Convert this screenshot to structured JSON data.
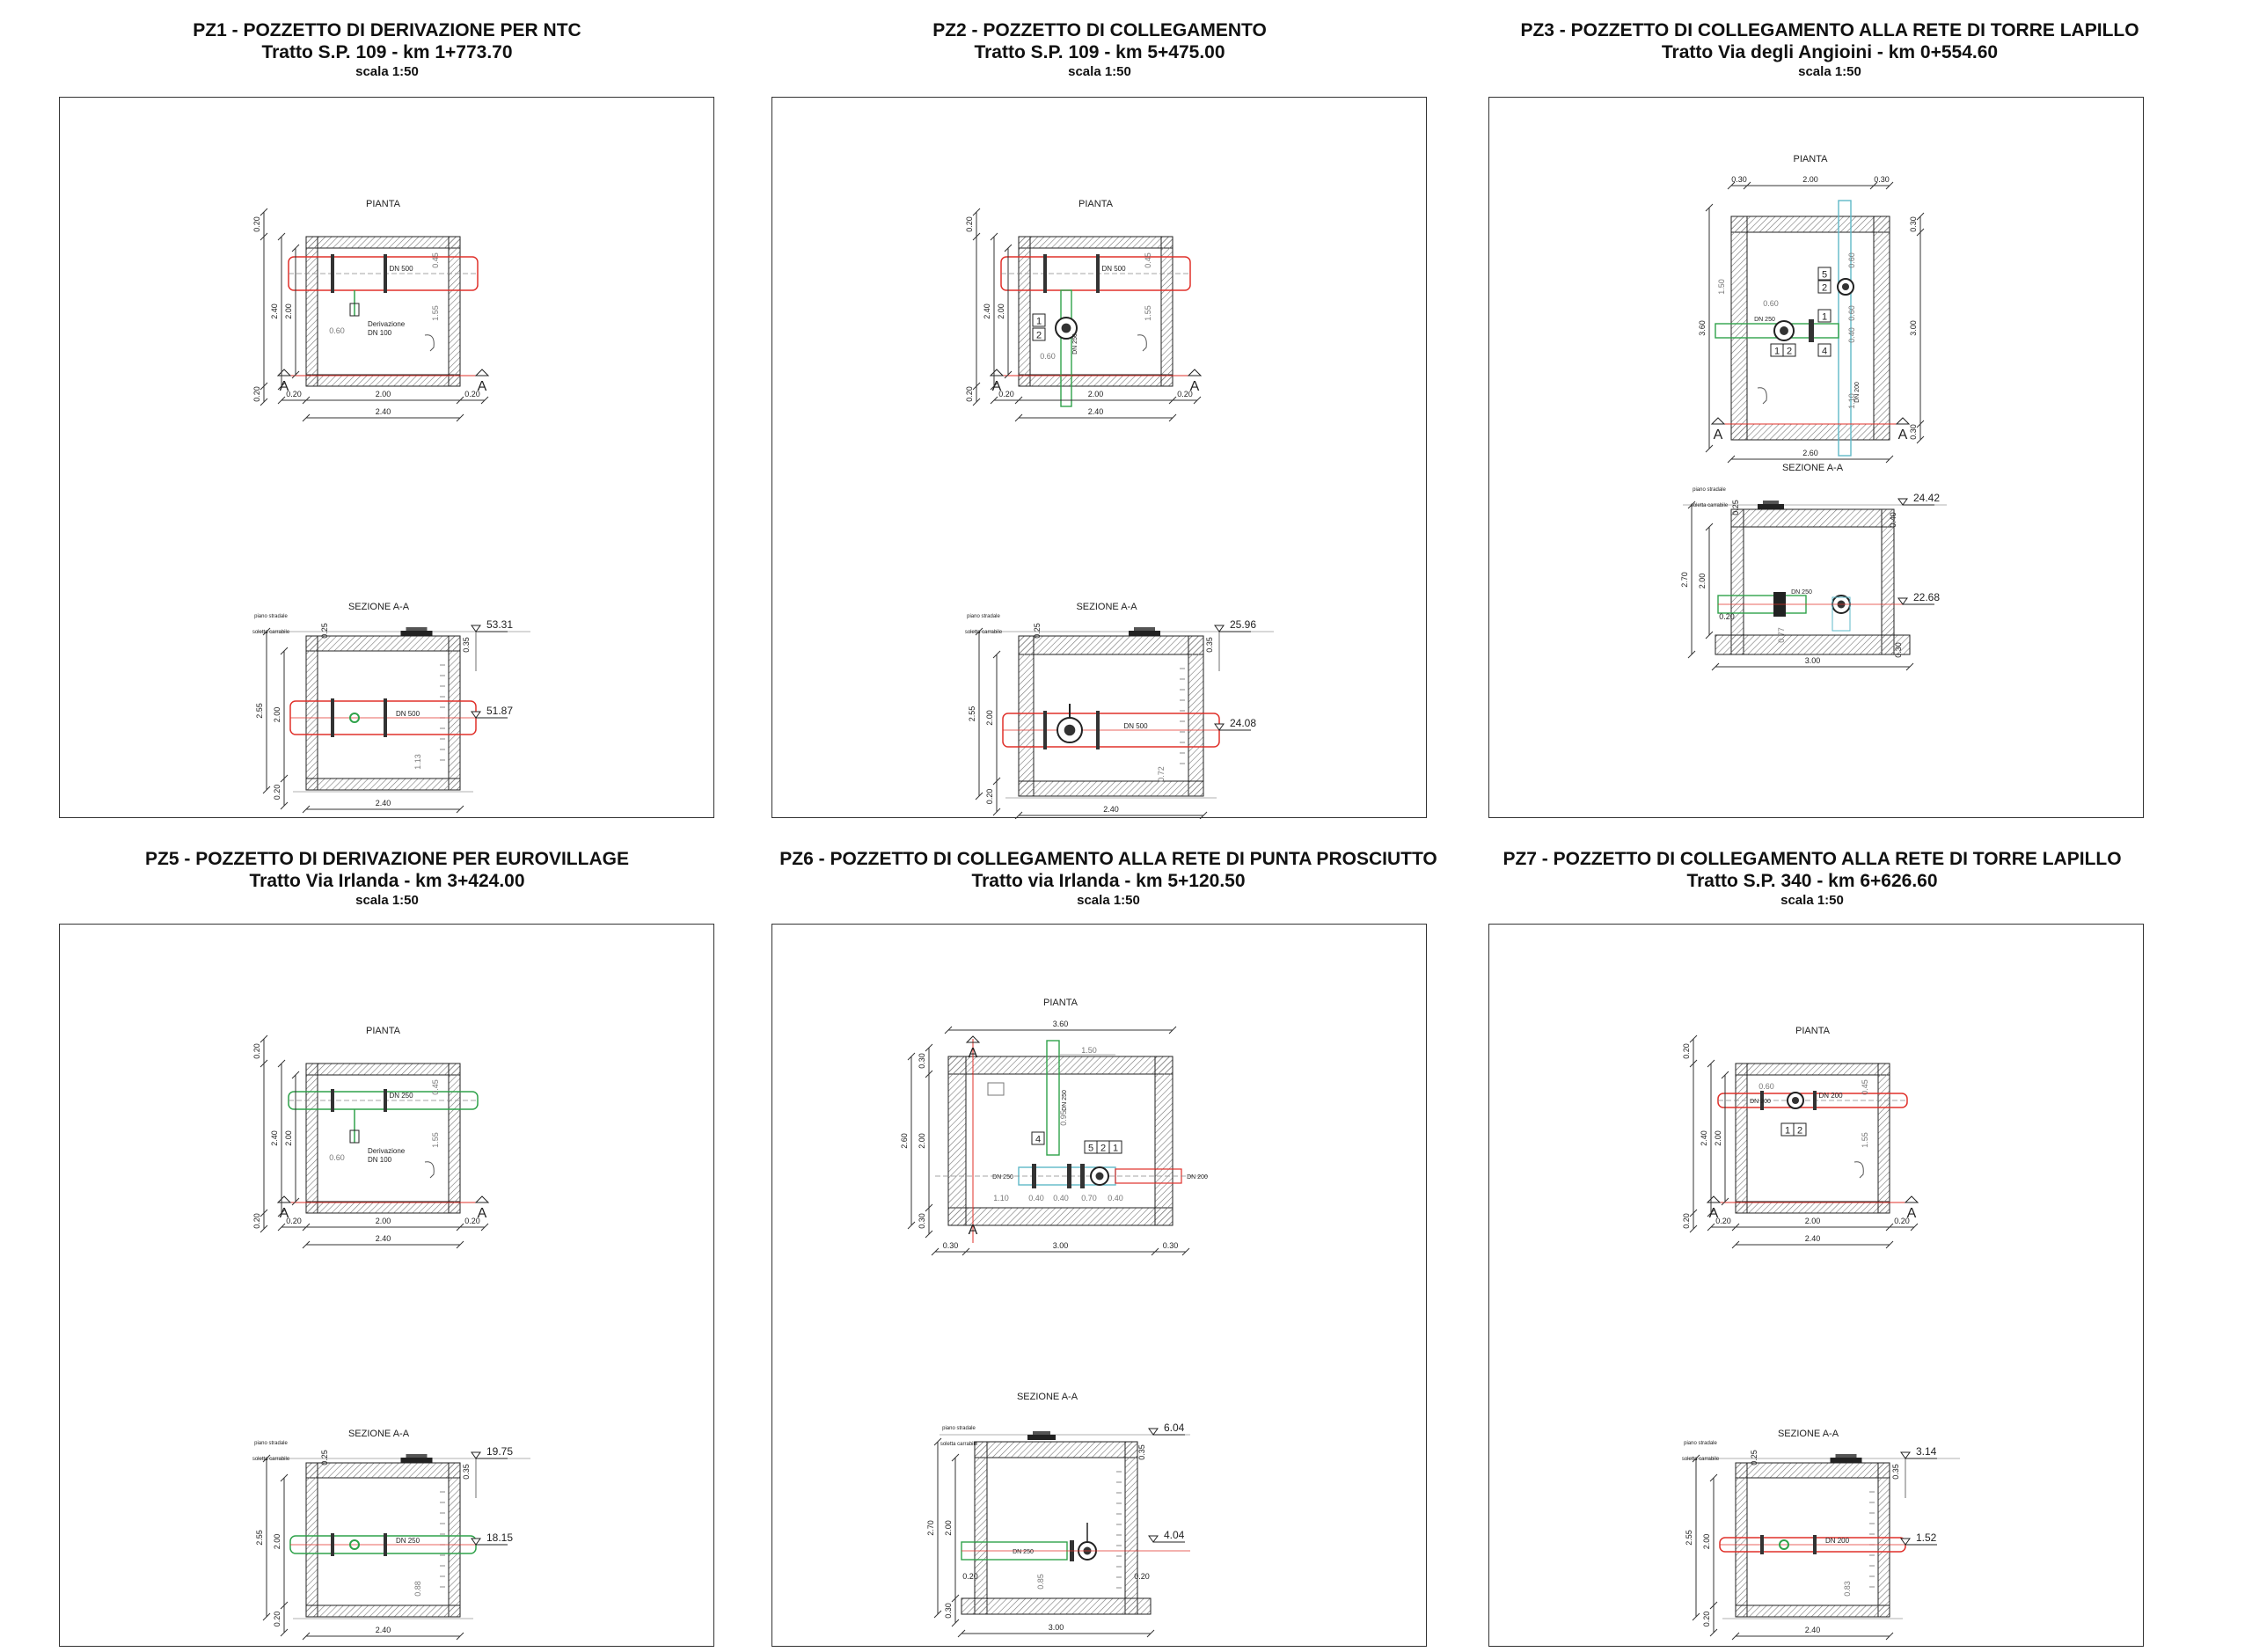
{
  "sheet": {
    "panels": [
      {
        "id": "pz1",
        "title": "PZ1 - POZZETTO DI DERIVAZIONE PER NTC",
        "subtitle": "Tratto S.P. 109 - km 1+773.70",
        "scale": "scala 1:50",
        "plan": {
          "label": "PIANTA",
          "pipe": "DN 500",
          "branch_label": "Derivazione",
          "branch_dn": "DN 100",
          "dims": {
            "top_wall": "0.20",
            "inner_h": "2.00",
            "total_h": "2.40",
            "bottom_wall": "0.20",
            "left_wall": "0.20",
            "inner_w": "2.00",
            "right_wall": "0.20",
            "total_w": "2.40",
            "offset": "0.60",
            "axis_a": "1.55",
            "axis_b": "0.45"
          },
          "section_marks": [
            "A",
            "A"
          ]
        },
        "section": {
          "label": "SEZIONE A-A",
          "road": "piano stradale",
          "slab": "soletta carrabile",
          "pipe": "DN 500",
          "level_top": "53.31",
          "level_pipe": "51.87",
          "dims": {
            "cover": "0.25",
            "slab": "0.35",
            "total_h": "2.55",
            "inner_h": "2.00",
            "bottom": "0.20",
            "pipe_h": "1.13",
            "total_w": "2.40"
          }
        }
      },
      {
        "id": "pz2",
        "title": "PZ2 - POZZETTO DI COLLEGAMENTO",
        "subtitle": "Tratto S.P. 109 - km 5+475.00",
        "scale": "scala 1:50",
        "plan": {
          "label": "PIANTA",
          "pipe": "DN 500",
          "secondary_pipe": "DN 250",
          "tags": [
            "1",
            "2"
          ],
          "dims": {
            "top_wall": "0.20",
            "inner_h": "2.00",
            "total_h": "2.40",
            "bottom_wall": "0.20",
            "left_wall": "0.20",
            "inner_w": "2.00",
            "right_wall": "0.20",
            "total_w": "2.40",
            "offset": "0.60",
            "axis_a": "1.55",
            "axis_b": "0.45"
          },
          "section_marks": [
            "A",
            "A"
          ]
        },
        "section": {
          "label": "SEZIONE A-A",
          "road": "piano stradale",
          "slab": "soletta carrabile",
          "pipe": "DN 500",
          "level_top": "25.96",
          "level_pipe": "24.08",
          "dims": {
            "cover": "0.25",
            "slab": "0.35",
            "total_h": "2.55",
            "inner_h": "2.00",
            "bottom": "0.20",
            "pipe_h": "0.72",
            "total_w": "2.40"
          }
        }
      },
      {
        "id": "pz3",
        "title": "PZ3 - POZZETTO DI COLLEGAMENTO ALLA RETE DI TORRE LAPILLO",
        "subtitle": "Tratto Via degli Angioini - km 0+554.60",
        "scale": "scala 1:50",
        "plan": {
          "label": "PIANTA",
          "pipe": "DN 250",
          "secondary_pipe": "DN 200",
          "tags": [
            "5",
            "2",
            "1",
            "2",
            "1",
            "4"
          ],
          "dims": {
            "left_wall": "0.30",
            "inner_w": "2.00",
            "right_wall": "0.30",
            "total_w": "2.60",
            "total_h": "3.60",
            "inner_h": "3.00",
            "top_wall": "0.30",
            "bottom_wall": "0.30",
            "offset": "0.60",
            "axis_a": "1.50",
            "axis_b": "1.10",
            "axis_c": "0.60",
            "axis_d": "0.40",
            "axis_e": "0.60"
          },
          "section_marks": [
            "A",
            "A"
          ]
        },
        "section": {
          "label": "SEZIONE A-A",
          "road": "piano stradale",
          "slab": "soletta carrabile",
          "pipe": "DN 250",
          "level_top": "24.42",
          "level_pipe": "22.68",
          "dims": {
            "cover": "0.25",
            "slab": "0.40",
            "total_h": "2.70",
            "inner_h": "2.00",
            "bottom": "0.30",
            "pipe_h": "0.77",
            "side": "0.20",
            "total_w": "3.00"
          }
        }
      },
      {
        "id": "pz5",
        "title": "PZ5 - POZZETTO DI DERIVAZIONE PER EUROVILLAGE",
        "subtitle": "Tratto Via Irlanda - km 3+424.00",
        "scale": "scala 1:50",
        "plan": {
          "label": "PIANTA",
          "pipe": "DN 250",
          "branch_label": "Derivazione",
          "branch_dn": "DN 100",
          "dims": {
            "top_wall": "0.20",
            "inner_h": "2.00",
            "total_h": "2.40",
            "bottom_wall": "0.20",
            "left_wall": "0.20",
            "inner_w": "2.00",
            "right_wall": "0.20",
            "total_w": "2.40",
            "offset": "0.60",
            "axis_a": "1.55",
            "axis_b": "0.45"
          },
          "section_marks": [
            "A",
            "A"
          ]
        },
        "section": {
          "label": "SEZIONE A-A",
          "road": "piano stradale",
          "slab": "soletta carrabile",
          "pipe": "DN 250",
          "level_top": "19.75",
          "level_pipe": "18.15",
          "dims": {
            "cover": "0.25",
            "slab": "0.35",
            "total_h": "2.55",
            "inner_h": "2.00",
            "bottom": "0.20",
            "pipe_h": "0.88",
            "total_w": "2.40"
          }
        }
      },
      {
        "id": "pz6",
        "title": "PZ6 - POZZETTO DI COLLEGAMENTO ALLA RETE DI PUNTA PROSCIUTTO",
        "subtitle": "Tratto via Irlanda - km 5+120.50",
        "scale": "scala 1:50",
        "plan": {
          "label": "PIANTA",
          "pipe": "DN 250",
          "secondary_pipe": "DN 200",
          "tags": [
            "4",
            "5",
            "2",
            "1"
          ],
          "dims": {
            "total_w": "3.60",
            "inner_w": "3.00",
            "left_wall": "0.30",
            "right_wall": "0.30",
            "total_h": "2.60",
            "inner_h": "2.00",
            "top_wall": "0.30",
            "bottom_wall": "0.30",
            "top_offset": "1.50",
            "s1": "1.10",
            "s2": "0.40",
            "s3": "0.40",
            "s4": "0.70",
            "s5": "0.40",
            "v": "0.95"
          },
          "section_marks": [
            "A",
            "A"
          ]
        },
        "section": {
          "label": "SEZIONE A-A",
          "road": "piano stradale",
          "slab": "soletta carrabile",
          "pipe": "DN 250",
          "level_top": "6.04",
          "level_pipe": "4.04",
          "dims": {
            "cover": "0.35",
            "total_h": "2.70",
            "inner_h": "2.00",
            "bottom": "0.30",
            "pipe_h": "0.85",
            "side": "0.20",
            "total_w": "3.00"
          }
        }
      },
      {
        "id": "pz7",
        "title": "PZ7 - POZZETTO DI COLLEGAMENTO ALLA RETE DI TORRE LAPILLO",
        "subtitle": "Tratto S.P. 340 - km 6+626.60",
        "scale": "scala 1:50",
        "plan": {
          "label": "PIANTA",
          "pipe": "DN 200",
          "secondary_pipe": "DN 200",
          "tags": [
            "1",
            "2"
          ],
          "dims": {
            "top_wall": "0.20",
            "inner_h": "2.00",
            "total_h": "2.40",
            "bottom_wall": "0.20",
            "left_wall": "0.20",
            "inner_w": "2.00",
            "right_wall": "0.20",
            "total_w": "2.40",
            "offset": "0.60",
            "axis_a": "1.55",
            "axis_b": "0.45"
          },
          "section_marks": [
            "A",
            "A"
          ]
        },
        "section": {
          "label": "SEZIONE A-A",
          "road": "piano stradale",
          "slab": "soletta carrabile",
          "pipe": "DN 200",
          "level_top": "3.14",
          "level_pipe": "1.52",
          "dims": {
            "cover": "0.25",
            "slab": "0.35",
            "total_h": "2.55",
            "inner_h": "2.00",
            "bottom": "0.20",
            "pipe_h": "0.83",
            "total_w": "2.40"
          }
        }
      }
    ]
  },
  "colors": {
    "line": "#222222",
    "hatch": "#777777",
    "pipe_red": "#e0302a",
    "pipe_green": "#2fa24a",
    "pipe_cyan": "#5fb8c8",
    "dim": "#333333"
  }
}
